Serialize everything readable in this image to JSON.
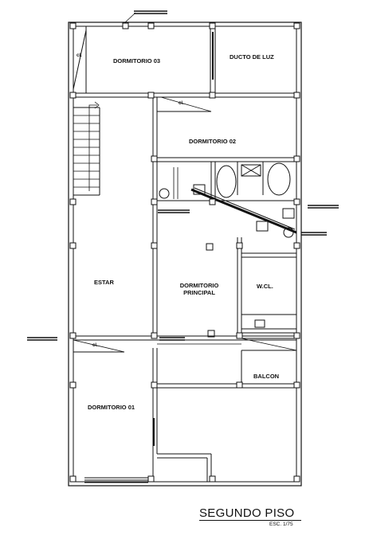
{
  "rooms": {
    "dormitorio_03": "DORMITORIO 03",
    "ducto_de_luz": "DUCTO DE LUZ",
    "dormitorio_02": "DORMITORIO 02",
    "estar": "ESTAR",
    "dormitorio_principal": "DORMITORIO\nPRINCIPAL",
    "wcl": "W.CL.",
    "balcon": "BALCON",
    "dormitorio_01": "DORMITORIO 01"
  },
  "closet_labels": [
    "cl.",
    "cl.",
    "cl."
  ],
  "title": "SEGUNDO PISO",
  "scale": "ESC. 1/75"
}
